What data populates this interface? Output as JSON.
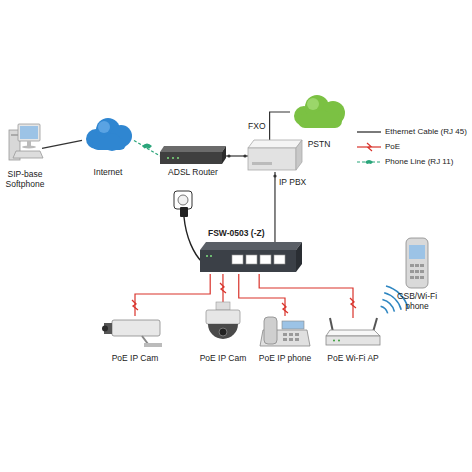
{
  "diagram": {
    "nodes": [
      {
        "text": [
          "SIP-base Softphone"
        ]
      },
      {
        "text": [
          "Internet"
        ]
      },
      {
        "text": [
          "ADSL Router"
        ]
      },
      {
        "text": [
          "IP PBX"
        ]
      },
      {
        "text": [
          "PSTN"
        ]
      },
      {
        "text": [
          "FSW-0503 (-Z)"
        ]
      },
      {
        "text": [
          "PoE IP Cam"
        ]
      },
      {
        "text": [
          "PoE IP Cam"
        ]
      },
      {
        "text": [
          "PoE IP phone"
        ]
      },
      {
        "text": [
          "PoE Wi-Fi AP"
        ]
      },
      {
        "text": [
          "GSB/Wi-Fi phone"
        ]
      }
    ],
    "edges": [
      {
        "from": 0,
        "to": 1,
        "arrow": "none"
      },
      {
        "from": 1,
        "to": 2,
        "arrow": "none"
      },
      {
        "from": 2,
        "to": 3,
        "arrow": "none"
      },
      {
        "from": 3,
        "to": 4,
        "label": "FXO",
        "arrow": "none"
      },
      {
        "from": 3,
        "to": 5,
        "arrow": "none"
      },
      {
        "from": 5,
        "to": 6,
        "arrow": "none"
      },
      {
        "from": 5,
        "to": 7,
        "arrow": "none"
      },
      {
        "from": 5,
        "to": 8,
        "arrow": "none"
      },
      {
        "from": 5,
        "to": 9,
        "arrow": "none"
      }
    ],
    "legend": [
      {
        "text": "Ethernet Cable (RJ 45)"
      },
      {
        "text": "PoE"
      },
      {
        "text": "Phone Line (RJ 11)"
      }
    ]
  }
}
